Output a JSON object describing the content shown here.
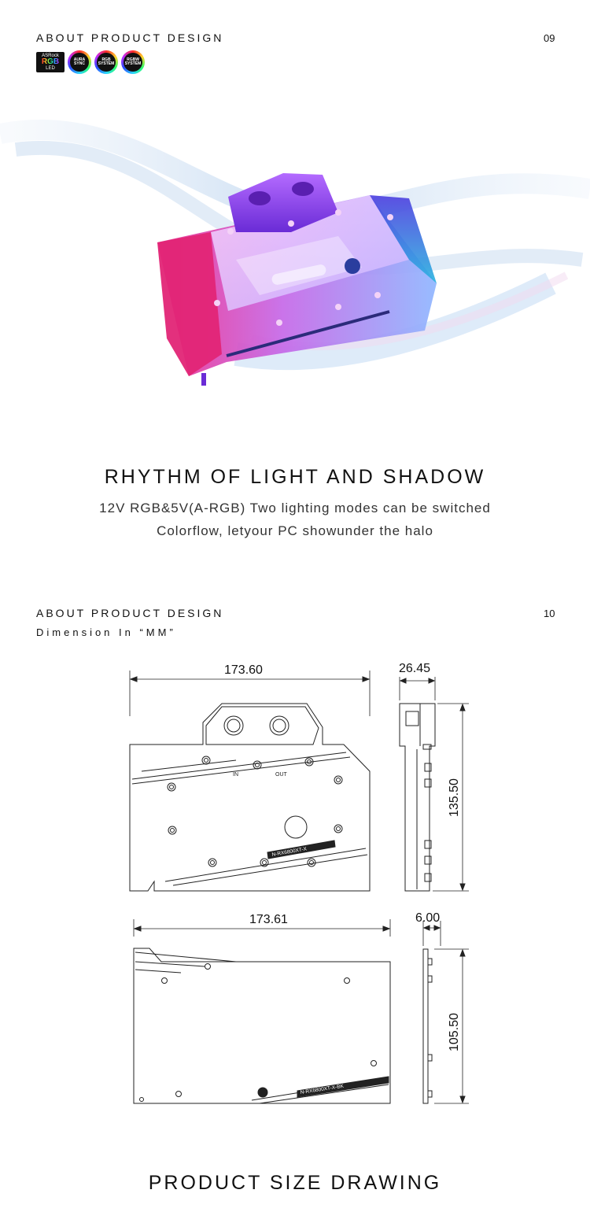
{
  "section1": {
    "title": "ABOUT PRODUCT DESIGN",
    "page": "09",
    "badges": {
      "asrock": {
        "brand": "ASRock",
        "rgb": "RGB",
        "led": "LED"
      },
      "aura": "AURA SYNC",
      "rgb_system": "RGB SYSTEM",
      "rgbw_system": "RGBW SYSTEM"
    },
    "headline": "RHYTHM OF LIGHT AND SHADOW",
    "line1": "12V RGB&5V(A-RGB) Two lighting modes can be switched",
    "line2": "Colorflow, letyour PC showunder the halo"
  },
  "section2": {
    "title": "ABOUT PRODUCT DESIGN",
    "page": "10",
    "subtitle": "Dimension In “MM”",
    "dims": {
      "front_width": "173.60",
      "side_thickness": "26.45",
      "front_height": "135.50",
      "back_width": "173.61",
      "back_thickness": "6.00",
      "back_height": "105.50"
    },
    "labels": {
      "in": "IN",
      "out": "OUT",
      "model_front": "N-RX6800XT-X",
      "model_back": "N-RX6800XT-X-BK"
    },
    "headline": "PRODUCT SIZE DRAWING"
  },
  "colors": {
    "accent_pink": "#e0308f",
    "accent_purple": "#8a3bd9",
    "accent_blue": "#2a6dff"
  }
}
